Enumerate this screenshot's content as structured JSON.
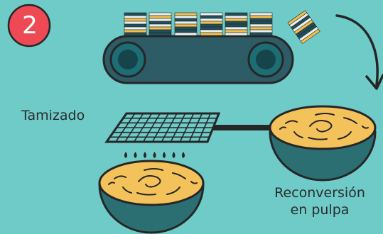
{
  "step_badge": {
    "number": "2",
    "color": "#ee4a55"
  },
  "labels": {
    "sifting": "Tamizado",
    "repulping_line1": "Reconversión",
    "repulping_line2": "en pulpa"
  },
  "colors": {
    "background": "#6ecbc8",
    "outline": "#262626",
    "conveyor_belt": "#2d5b66",
    "conveyor_wheel": "#1d6e74",
    "bowl": "#2c6f73",
    "pulp": "#f4c25a",
    "paper_light": "#e8f0ef",
    "paper_yellow": "#f2c04f",
    "paper_dark": "#1f4f5a"
  },
  "icons": {
    "step_badge": "numbered-circle-icon",
    "conveyor": "conveyor-belt-icon",
    "paper_stacks": "paper-stack-icon",
    "arrow": "curved-arrow-icon",
    "sieve": "mesh-sieve-icon",
    "drops": "droplets-icon",
    "bowls": "pulp-bowl-icon"
  }
}
